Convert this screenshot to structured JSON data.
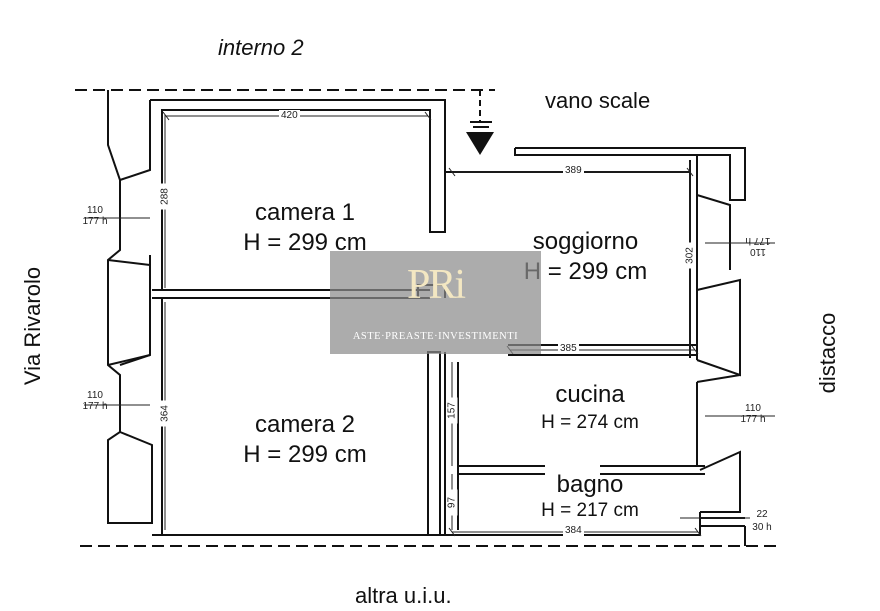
{
  "surroundings": {
    "top": "interno 2",
    "stair": "vano scale",
    "left": "Via Rivarolo",
    "right": "distacco",
    "bottom": "altra u.i.u."
  },
  "rooms": [
    {
      "name": "camera 1",
      "height": "H = 299 cm"
    },
    {
      "name": "camera 2",
      "height": "H = 299 cm"
    },
    {
      "name": "soggiorno",
      "height": "H = 299 cm"
    },
    {
      "name": "cucina",
      "height": "H = 274 cm"
    },
    {
      "name": "bagno",
      "height": "H = 217 cm"
    }
  ],
  "dimensions": {
    "camera1_width": "420",
    "camera1_depth": "288",
    "camera2_depth": "364",
    "soggiorno_width": "389",
    "soggiorno_depth": "302",
    "cucina_width": "385",
    "cucina_depth": "157",
    "bagno_depth": "97",
    "bagno_width": "384"
  },
  "windows": [
    {
      "size": "110",
      "height": "177 h"
    },
    {
      "size": "110",
      "height": "177 h"
    },
    {
      "size": "110",
      "height": "177 h"
    },
    {
      "size": "110",
      "height": "177 h"
    },
    {
      "size": "22",
      "height": "30 h"
    }
  ],
  "watermark": {
    "logo": "PRi",
    "text": "ASTE·PREASTE·INVESTIMENTI"
  }
}
